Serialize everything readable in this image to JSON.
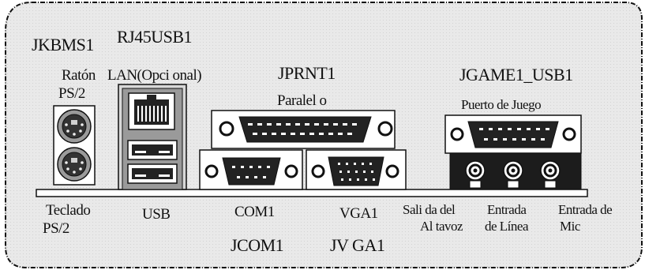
{
  "headers": {
    "jkbms1": "JKBMS1",
    "rj45usb1": "RJ45USB1",
    "jprnt1": "JPRNT1",
    "jgame1_usb1": "JGAME1_USB1",
    "jcom1": "JCOM1",
    "jvga1": "JV GA1"
  },
  "top_labels": {
    "mouse_line1": "Ratón",
    "mouse_line2": "PS/2",
    "lan": "LAN(Opci onal)",
    "parallel": "Paralel o",
    "game_port": "Puerto de Juego"
  },
  "bottom_labels": {
    "keyboard_line1": "Teclado",
    "keyboard_line2": "PS/2",
    "usb": "USB",
    "com1": "COM1",
    "vga1": "VGA1",
    "speaker_line1": "Sali da del",
    "speaker_line2": "Al tavoz",
    "line_in_line1": "Entrada",
    "line_in_line2": "de Línea",
    "mic_line1": "Entrada de",
    "mic_line2": "Mic"
  },
  "colors": {
    "background_panel": "#e6e6e6",
    "outline": "#111111",
    "connector_dark": "#2a2a2a",
    "connector_light": "#ffffff",
    "ps2_fill": "#9a9a9a",
    "lan_fill": "#d8d8d8"
  },
  "icons": [
    "ps2-mouse-port-icon",
    "ps2-keyboard-port-icon",
    "rj45-lan-port-icon",
    "usb-port-icon",
    "parallel-port-icon",
    "serial-com-port-icon",
    "vga-port-icon",
    "game-port-icon",
    "audio-jack-icon"
  ]
}
